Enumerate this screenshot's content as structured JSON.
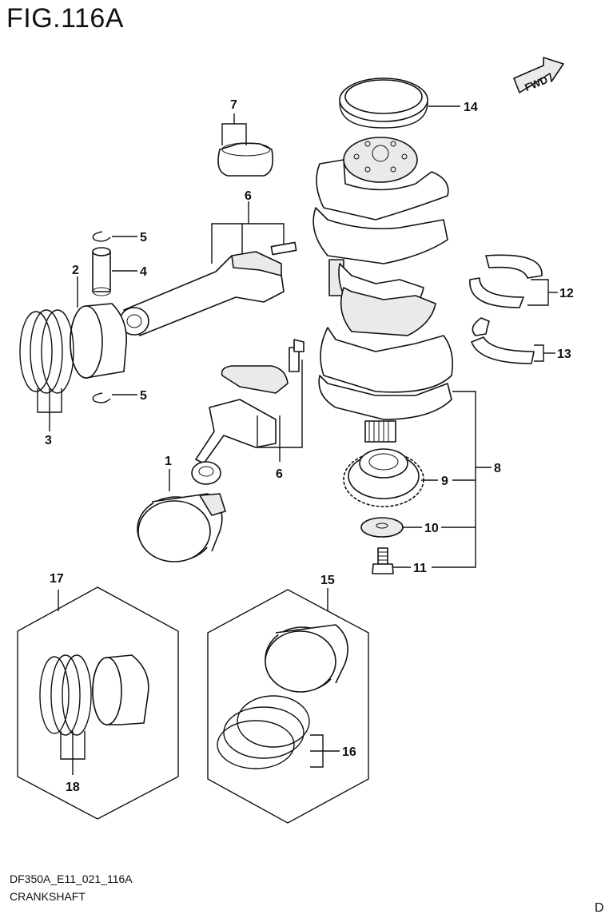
{
  "figure": {
    "title": "FIG.116A",
    "code": "DF350A_E11_021_116A",
    "name": "CRANKSHAFT",
    "page_letter": "D"
  },
  "fwd_label": "FWD",
  "callouts": {
    "c1": "1",
    "c2": "2",
    "c3": "3",
    "c4": "4",
    "c5a": "5",
    "c5b": "5",
    "c6a": "6",
    "c6b": "6",
    "c7": "7",
    "c8": "8",
    "c9": "9",
    "c10": "10",
    "c11": "11",
    "c12": "12",
    "c13": "13",
    "c14": "14",
    "c15": "15",
    "c16": "16",
    "c17": "17",
    "c18": "18"
  }
}
